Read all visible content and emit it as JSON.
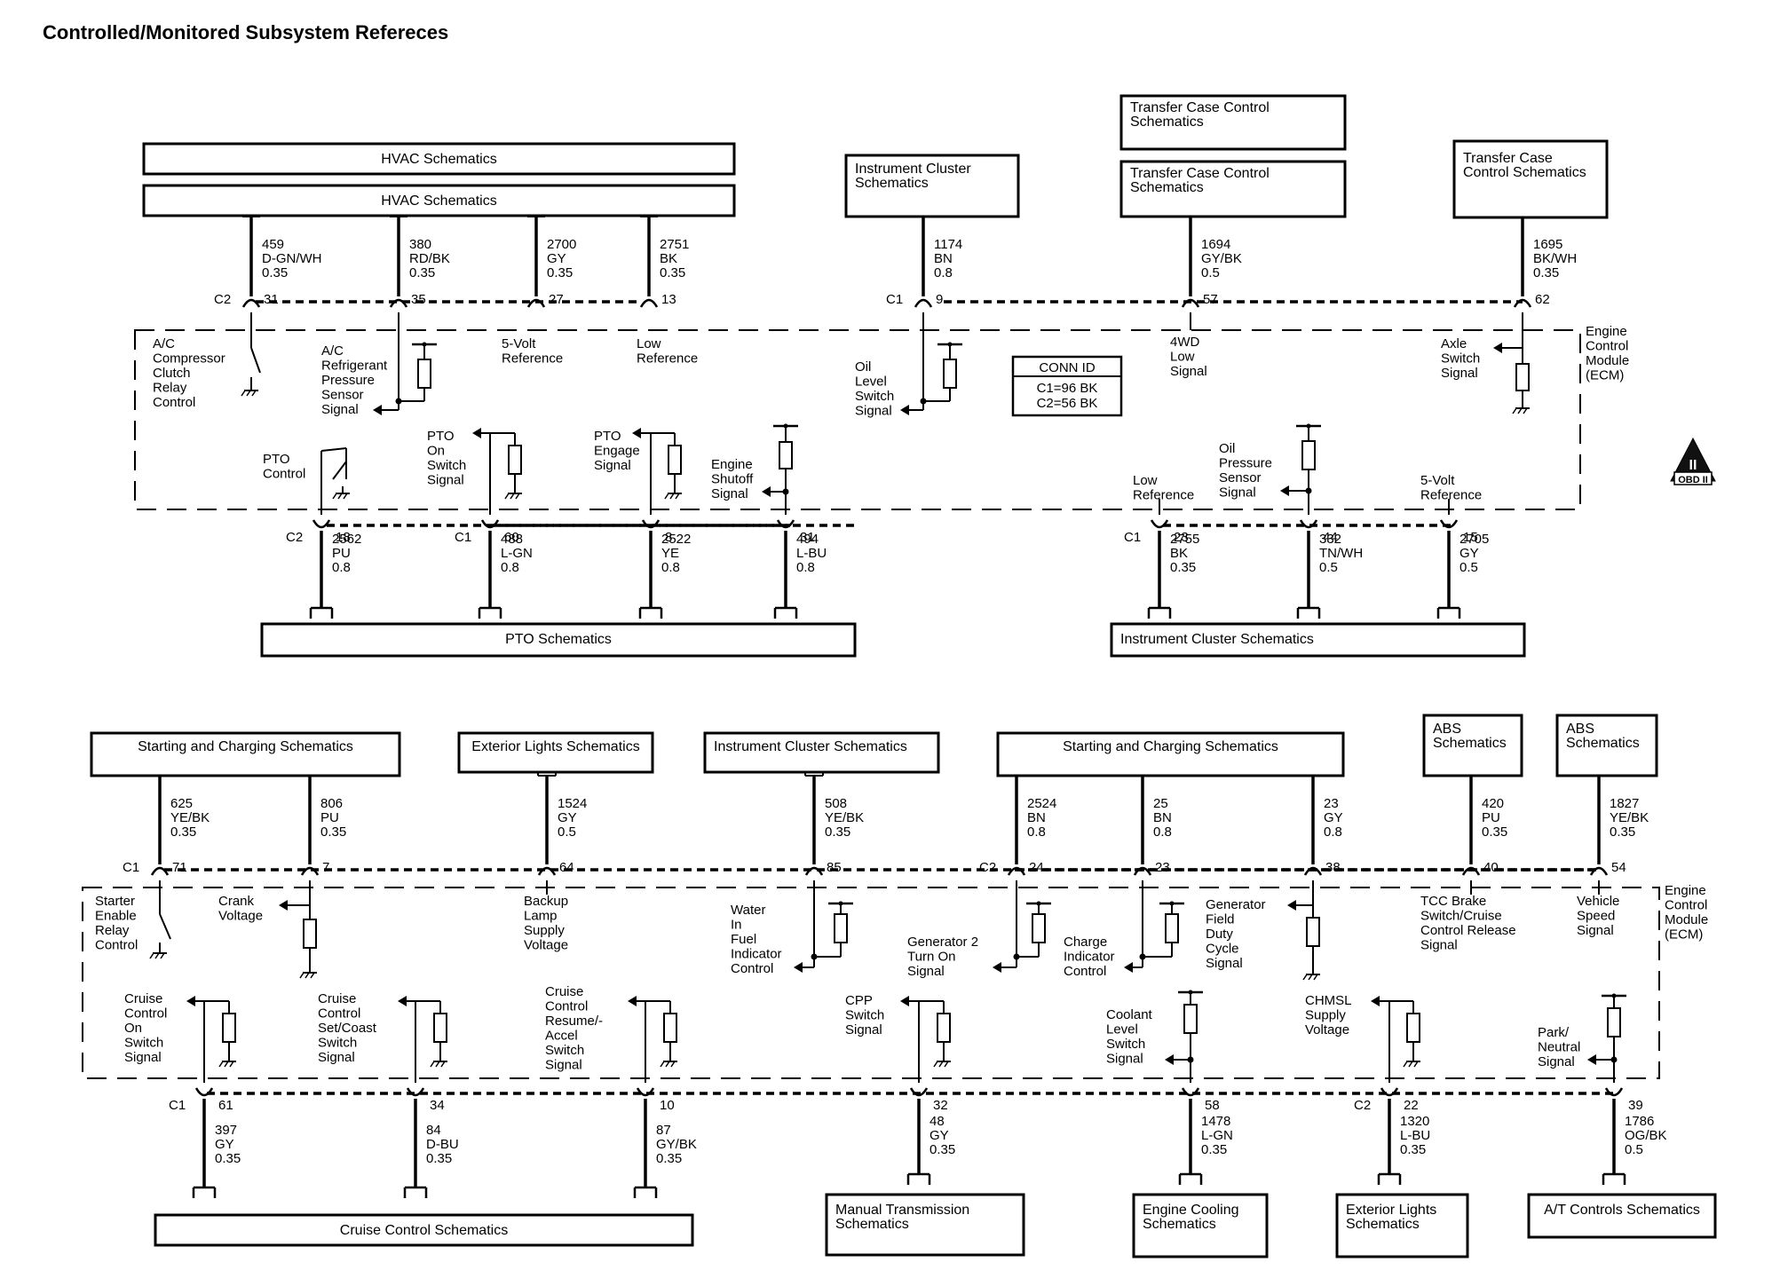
{
  "title": "Controlled/Monitored Subsystem Refereces",
  "ecm_label": [
    "Engine",
    "Control",
    "Module",
    "(ECM)"
  ],
  "conn_id": {
    "header": "CONN ID",
    "lines": [
      "C1=96 BK",
      "C2=56 BK"
    ]
  },
  "obd_badge": {
    "symbol": "II",
    "text": "OBD II"
  },
  "boxes": [
    {
      "id": "hvac-1",
      "lines": [
        "HVAC Schematics"
      ]
    },
    {
      "id": "hvac-2",
      "lines": [
        "HVAC Schematics"
      ]
    },
    {
      "id": "ic-top",
      "lines": [
        "Instrument Cluster",
        "Schematics"
      ]
    },
    {
      "id": "tcc-1",
      "lines": [
        "Transfer Case Control",
        "Schematics"
      ]
    },
    {
      "id": "tcc-2",
      "lines": [
        "Transfer Case Control",
        "Schematics"
      ]
    },
    {
      "id": "tc-right",
      "lines": [
        "Transfer Case",
        "Control Schematics"
      ]
    },
    {
      "id": "pto",
      "lines": [
        "PTO Schematics"
      ]
    },
    {
      "id": "ic-mid",
      "lines": [
        "Instrument Cluster Schematics"
      ]
    },
    {
      "id": "sc-1",
      "lines": [
        "Starting and Charging Schematics"
      ]
    },
    {
      "id": "ext-top",
      "lines": [
        "Exterior Lights Schematics"
      ]
    },
    {
      "id": "ic-low",
      "lines": [
        "Instrument Cluster Schematics"
      ]
    },
    {
      "id": "sc-2",
      "lines": [
        "Starting and Charging Schematics"
      ]
    },
    {
      "id": "abs-1",
      "lines": [
        "ABS",
        "Schematics"
      ]
    },
    {
      "id": "abs-2",
      "lines": [
        "ABS",
        "Schematics"
      ]
    },
    {
      "id": "cruise",
      "lines": [
        "Cruise Control Schematics"
      ]
    },
    {
      "id": "mt",
      "lines": [
        "Manual Transmission",
        "Schematics"
      ]
    },
    {
      "id": "ecool",
      "lines": [
        "Engine Cooling",
        "Schematics"
      ]
    },
    {
      "id": "ext-bot",
      "lines": [
        "Exterior Lights",
        "Schematics"
      ]
    },
    {
      "id": "at",
      "lines": [
        "A/T Controls Schematics"
      ]
    }
  ],
  "wires": [
    {
      "id": "w459",
      "circuit": "459",
      "color": "D-GN/WH",
      "size": "0.35",
      "conn": "C2",
      "pin": "31"
    },
    {
      "id": "w380",
      "circuit": "380",
      "color": "RD/BK",
      "size": "0.35",
      "pin": "35"
    },
    {
      "id": "w2700",
      "circuit": "2700",
      "color": "GY",
      "size": "0.35",
      "pin": "27"
    },
    {
      "id": "w2751",
      "circuit": "2751",
      "color": "BK",
      "size": "0.35",
      "pin": "13"
    },
    {
      "id": "w1174",
      "circuit": "1174",
      "color": "BN",
      "size": "0.8",
      "conn": "C1",
      "pin": "9"
    },
    {
      "id": "w1694",
      "circuit": "1694",
      "color": "GY/BK",
      "size": "0.5",
      "pin": "57"
    },
    {
      "id": "w1695",
      "circuit": "1695",
      "color": "BK/WH",
      "size": "0.35",
      "pin": "62"
    },
    {
      "id": "w2562",
      "circuit": "2562",
      "color": "PU",
      "size": "0.8",
      "conn": "C2",
      "pin": "18"
    },
    {
      "id": "w488",
      "circuit": "488",
      "color": "L-GN",
      "size": "0.8",
      "conn": "C1",
      "pin": "60"
    },
    {
      "id": "w2522",
      "circuit": "2522",
      "color": "YE",
      "size": "0.8",
      "pin": "8"
    },
    {
      "id": "w494",
      "circuit": "494",
      "color": "L-BU",
      "size": "0.8",
      "pin": "31"
    },
    {
      "id": "w2755",
      "circuit": "2755",
      "color": "BK",
      "size": "0.35",
      "conn": "C1",
      "pin": "23"
    },
    {
      "id": "w332",
      "circuit": "332",
      "color": "TN/WH",
      "size": "0.5",
      "pin": "44"
    },
    {
      "id": "w2705",
      "circuit": "2705",
      "color": "GY",
      "size": "0.5",
      "pin": "15"
    },
    {
      "id": "w625",
      "circuit": "625",
      "color": "YE/BK",
      "size": "0.35",
      "conn": "C1",
      "pin": "71"
    },
    {
      "id": "w806",
      "circuit": "806",
      "color": "PU",
      "size": "0.35",
      "pin": "7"
    },
    {
      "id": "w1524",
      "circuit": "1524",
      "color": "GY",
      "size": "0.5",
      "pin": "64"
    },
    {
      "id": "w508",
      "circuit": "508",
      "color": "YE/BK",
      "size": "0.35",
      "pin": "85"
    },
    {
      "id": "w2524",
      "circuit": "2524",
      "color": "BN",
      "size": "0.8",
      "conn": "C2",
      "pin": "24"
    },
    {
      "id": "w25",
      "circuit": "25",
      "color": "BN",
      "size": "0.8",
      "pin": "23"
    },
    {
      "id": "w23",
      "circuit": "23",
      "color": "GY",
      "size": "0.8",
      "pin": "38"
    },
    {
      "id": "w420",
      "circuit": "420",
      "color": "PU",
      "size": "0.35",
      "pin": "40"
    },
    {
      "id": "w1827",
      "circuit": "1827",
      "color": "YE/BK",
      "size": "0.35",
      "pin": "54"
    },
    {
      "id": "w397",
      "circuit": "397",
      "color": "GY",
      "size": "0.35",
      "conn": "C1",
      "pin": "61"
    },
    {
      "id": "w84",
      "circuit": "84",
      "color": "D-BU",
      "size": "0.35",
      "pin": "34"
    },
    {
      "id": "w87",
      "circuit": "87",
      "color": "GY/BK",
      "size": "0.35",
      "pin": "10"
    },
    {
      "id": "w48",
      "circuit": "48",
      "color": "GY",
      "size": "0.35",
      "pin": "32"
    },
    {
      "id": "w1478",
      "circuit": "1478",
      "color": "L-GN",
      "size": "0.35",
      "pin": "58"
    },
    {
      "id": "w1320",
      "circuit": "1320",
      "color": "L-BU",
      "size": "0.35",
      "conn": "C2",
      "pin": "22"
    },
    {
      "id": "w1786",
      "circuit": "1786",
      "color": "OG/BK",
      "size": "0.5",
      "pin": "39"
    }
  ],
  "labels": [
    {
      "id": "ac-comp",
      "lines": [
        "A/C",
        "Compressor",
        "Clutch",
        "Relay",
        "Control"
      ]
    },
    {
      "id": "ac-ref",
      "lines": [
        "A/C",
        "Refrigerant",
        "Pressure",
        "Sensor",
        "Signal"
      ]
    },
    {
      "id": "5v-ref-1",
      "lines": [
        "5-Volt",
        "Reference"
      ]
    },
    {
      "id": "low-ref-1",
      "lines": [
        "Low",
        "Reference"
      ]
    },
    {
      "id": "oil-level",
      "lines": [
        "Oil",
        "Level",
        "Switch",
        "Signal"
      ]
    },
    {
      "id": "4wd-low",
      "lines": [
        "4WD",
        "Low",
        "Signal"
      ]
    },
    {
      "id": "axle-sw",
      "lines": [
        "Axle",
        "Switch",
        "Signal"
      ]
    },
    {
      "id": "pto-control",
      "lines": [
        "PTO",
        "Control"
      ]
    },
    {
      "id": "pto-on",
      "lines": [
        "PTO",
        "On",
        "Switch",
        "Signal"
      ]
    },
    {
      "id": "pto-engage",
      "lines": [
        "PTO",
        "Engage",
        "Signal"
      ]
    },
    {
      "id": "eng-shutoff",
      "lines": [
        "Engine",
        "Shutoff",
        "Signal"
      ]
    },
    {
      "id": "low-ref-2",
      "lines": [
        "Low",
        "Reference"
      ]
    },
    {
      "id": "oil-press",
      "lines": [
        "Oil",
        "Pressure",
        "Sensor",
        "Signal"
      ]
    },
    {
      "id": "5v-ref-2",
      "lines": [
        "5-Volt",
        "Reference"
      ]
    },
    {
      "id": "starter",
      "lines": [
        "Starter",
        "Enable",
        "Relay",
        "Control"
      ]
    },
    {
      "id": "crank",
      "lines": [
        "Crank",
        "Voltage"
      ]
    },
    {
      "id": "backup",
      "lines": [
        "Backup",
        "Lamp",
        "Supply",
        "Voltage"
      ]
    },
    {
      "id": "water-fuel",
      "lines": [
        "Water",
        "In",
        "Fuel",
        "Indicator",
        "Control"
      ]
    },
    {
      "id": "gen2",
      "lines": [
        "Generator 2",
        "Turn On",
        "Signal"
      ]
    },
    {
      "id": "charge-ind",
      "lines": [
        "Charge",
        "Indicator",
        "Control"
      ]
    },
    {
      "id": "gen-field",
      "lines": [
        "Generator",
        "Field",
        "Duty",
        "Cycle",
        "Signal"
      ]
    },
    {
      "id": "tcc-brake",
      "lines": [
        "TCC Brake",
        "Switch/Cruise",
        "Control Release",
        "Signal"
      ]
    },
    {
      "id": "vss",
      "lines": [
        "Vehicle",
        "Speed",
        "Signal"
      ]
    },
    {
      "id": "cc-on",
      "lines": [
        "Cruise",
        "Control",
        "On",
        "Switch",
        "Signal"
      ]
    },
    {
      "id": "cc-set",
      "lines": [
        "Cruise",
        "Control",
        "Set/Coast",
        "Switch",
        "Signal"
      ]
    },
    {
      "id": "cc-res",
      "lines": [
        "Cruise",
        "Control",
        "Resume/-",
        "Accel",
        "Switch",
        "Signal"
      ]
    },
    {
      "id": "cpp",
      "lines": [
        "CPP",
        "Switch",
        "Signal"
      ]
    },
    {
      "id": "coolant",
      "lines": [
        "Coolant",
        "Level",
        "Switch",
        "Signal"
      ]
    },
    {
      "id": "chmsl",
      "lines": [
        "CHMSL",
        "Supply",
        "Voltage"
      ]
    },
    {
      "id": "park-neutral",
      "lines": [
        "Park/",
        "Neutral",
        "Signal"
      ]
    }
  ]
}
